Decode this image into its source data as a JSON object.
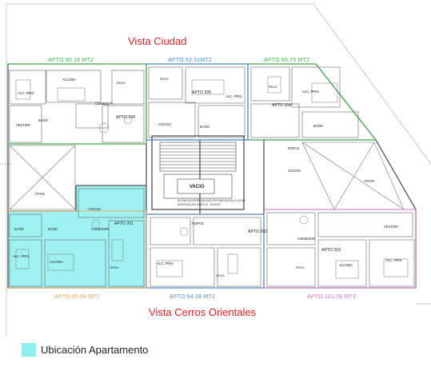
{
  "views": {
    "top": "Vista Ciudad",
    "bottom": "Vista Cerros Orientales"
  },
  "apartments": {
    "apto_201": {
      "number": "APTO 201",
      "area_label": "APTO  86.64 MT2",
      "color": "#f2a55a"
    },
    "apto_202": {
      "number": "APTO 202",
      "area_label": "APTO  64.08 MT2",
      "color": "#5b8fd6"
    },
    "apto_203": {
      "number": "APTO 203",
      "area_label": "APTO  101.06  MT2",
      "color": "#dd6fc9"
    },
    "apto_204": {
      "number": "APTO 204",
      "area_label": "APTO  66.75 MT2",
      "color": "#3fb84a"
    },
    "apto_205": {
      "number": "APTO 205",
      "area_label": "APTO  52.51MT2",
      "color": "#3f8fdc"
    },
    "apto_206": {
      "number": "APTO 206",
      "area_label": "APTO  90.16 MT2",
      "color": "#3fb84a"
    }
  },
  "rooms": {
    "alcoba": "ALCOBA",
    "alc_prin": "ALC. PRIN",
    "sala": "SALA",
    "comedor": "COMEDOR",
    "cocina": "COCINA",
    "bano": "BAÑO",
    "vestier": "VESTIER",
    "ropas": "ROPAS",
    "patio": "PATIO",
    "vacio": "VACIO"
  },
  "notes": {
    "evac_1": "DISTANCIA ENTRE SALIDAS DE EVACUACION: 11.20 MT",
    "evac_2": "DIAGONAL DEL EDIFICIO : 30.60 MT"
  },
  "legend": {
    "label": "Ubicación Apartamento",
    "color": "#8ff0f0"
  },
  "highlighted": "apto_201"
}
